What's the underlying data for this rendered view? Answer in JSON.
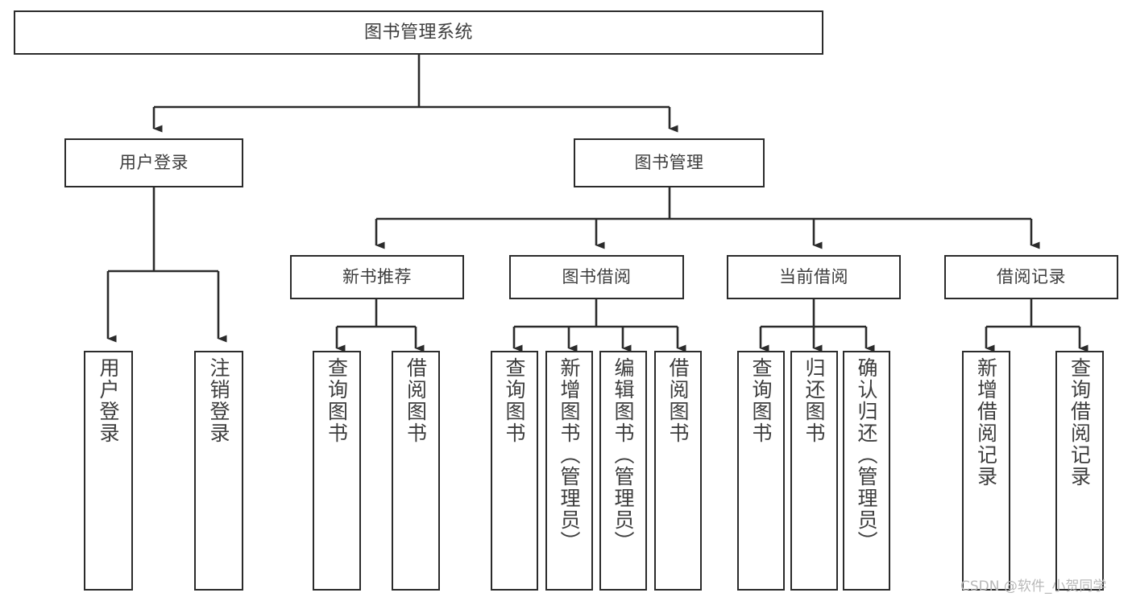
{
  "diagram": {
    "type": "hierarchy-tree",
    "title": "图书管理系统",
    "colors": {
      "box_border": "#2b2b2b",
      "box_fill": "#ffffff",
      "connector": "#2b2b2b",
      "text": "#3d3d3d",
      "watermark": "#b9b9b9",
      "background": "#ffffff"
    },
    "levels": {
      "level0": "图书管理系统",
      "level1": [
        "用户登录",
        "图书管理"
      ],
      "level2": [
        "新书推荐",
        "图书借阅",
        "当前借阅",
        "借阅记录"
      ]
    },
    "nodes": {
      "root": {
        "label": "图书管理系统",
        "orientation": "horizontal"
      },
      "user_login": {
        "label": "用户登录",
        "orientation": "horizontal"
      },
      "book_manage": {
        "label": "图书管理",
        "orientation": "horizontal"
      },
      "new_book_rec": {
        "label": "新书推荐",
        "orientation": "horizontal"
      },
      "book_borrow": {
        "label": "图书借阅",
        "orientation": "horizontal"
      },
      "current_borrow": {
        "label": "当前借阅",
        "orientation": "horizontal"
      },
      "borrow_record": {
        "label": "借阅记录",
        "orientation": "horizontal"
      },
      "leaf_user_login": {
        "label": "用户登录",
        "orientation": "vertical"
      },
      "leaf_logout_login": {
        "label": "注销登录",
        "orientation": "vertical"
      },
      "leaf_query_book_1": {
        "label": "查询图书",
        "orientation": "vertical"
      },
      "leaf_borrow_book_1": {
        "label": "借阅图书",
        "orientation": "vertical"
      },
      "leaf_query_book_2": {
        "label": "查询图书",
        "orientation": "vertical"
      },
      "leaf_add_book_admin": {
        "label": "新增图书（管理员）",
        "orientation": "vertical"
      },
      "leaf_edit_book_admin": {
        "label": "编辑图书（管理员）",
        "orientation": "vertical"
      },
      "leaf_borrow_book_2": {
        "label": "借阅图书",
        "orientation": "vertical"
      },
      "leaf_query_book_3": {
        "label": "查询图书",
        "orientation": "vertical"
      },
      "leaf_return_book": {
        "label": "归还图书",
        "orientation": "vertical"
      },
      "leaf_confirm_return_admin": {
        "label": "确认归还（管理员）",
        "orientation": "vertical"
      },
      "leaf_add_borrow_record": {
        "label": "新增借阅记录",
        "orientation": "vertical"
      },
      "leaf_query_borrow_record": {
        "label": "查询借阅记录",
        "orientation": "vertical"
      }
    },
    "edges": [
      {
        "from": "root",
        "to": "用户登录"
      },
      {
        "from": "root",
        "to": "图书管理"
      },
      {
        "from": "用户登录",
        "to": "用户登录(叶)"
      },
      {
        "from": "用户登录",
        "to": "注销登录"
      },
      {
        "from": "图书管理",
        "to": "新书推荐"
      },
      {
        "from": "图书管理",
        "to": "图书借阅"
      },
      {
        "from": "图书管理",
        "to": "当前借阅"
      },
      {
        "from": "图书管理",
        "to": "借阅记录"
      },
      {
        "from": "新书推荐",
        "to": "查询图书"
      },
      {
        "from": "新书推荐",
        "to": "借阅图书"
      },
      {
        "from": "图书借阅",
        "to": "查询图书"
      },
      {
        "from": "图书借阅",
        "to": "新增图书（管理员）"
      },
      {
        "from": "图书借阅",
        "to": "编辑图书（管理员）"
      },
      {
        "from": "图书借阅",
        "to": "借阅图书"
      },
      {
        "from": "当前借阅",
        "to": "查询图书"
      },
      {
        "from": "当前借阅",
        "to": "归还图书"
      },
      {
        "from": "当前借阅",
        "to": "确认归还（管理员）"
      },
      {
        "from": "借阅记录",
        "to": "新增借阅记录"
      },
      {
        "from": "借阅记录",
        "to": "查询借阅记录"
      }
    ]
  },
  "watermark": {
    "text": "CSDN @软件_小贺同学"
  }
}
